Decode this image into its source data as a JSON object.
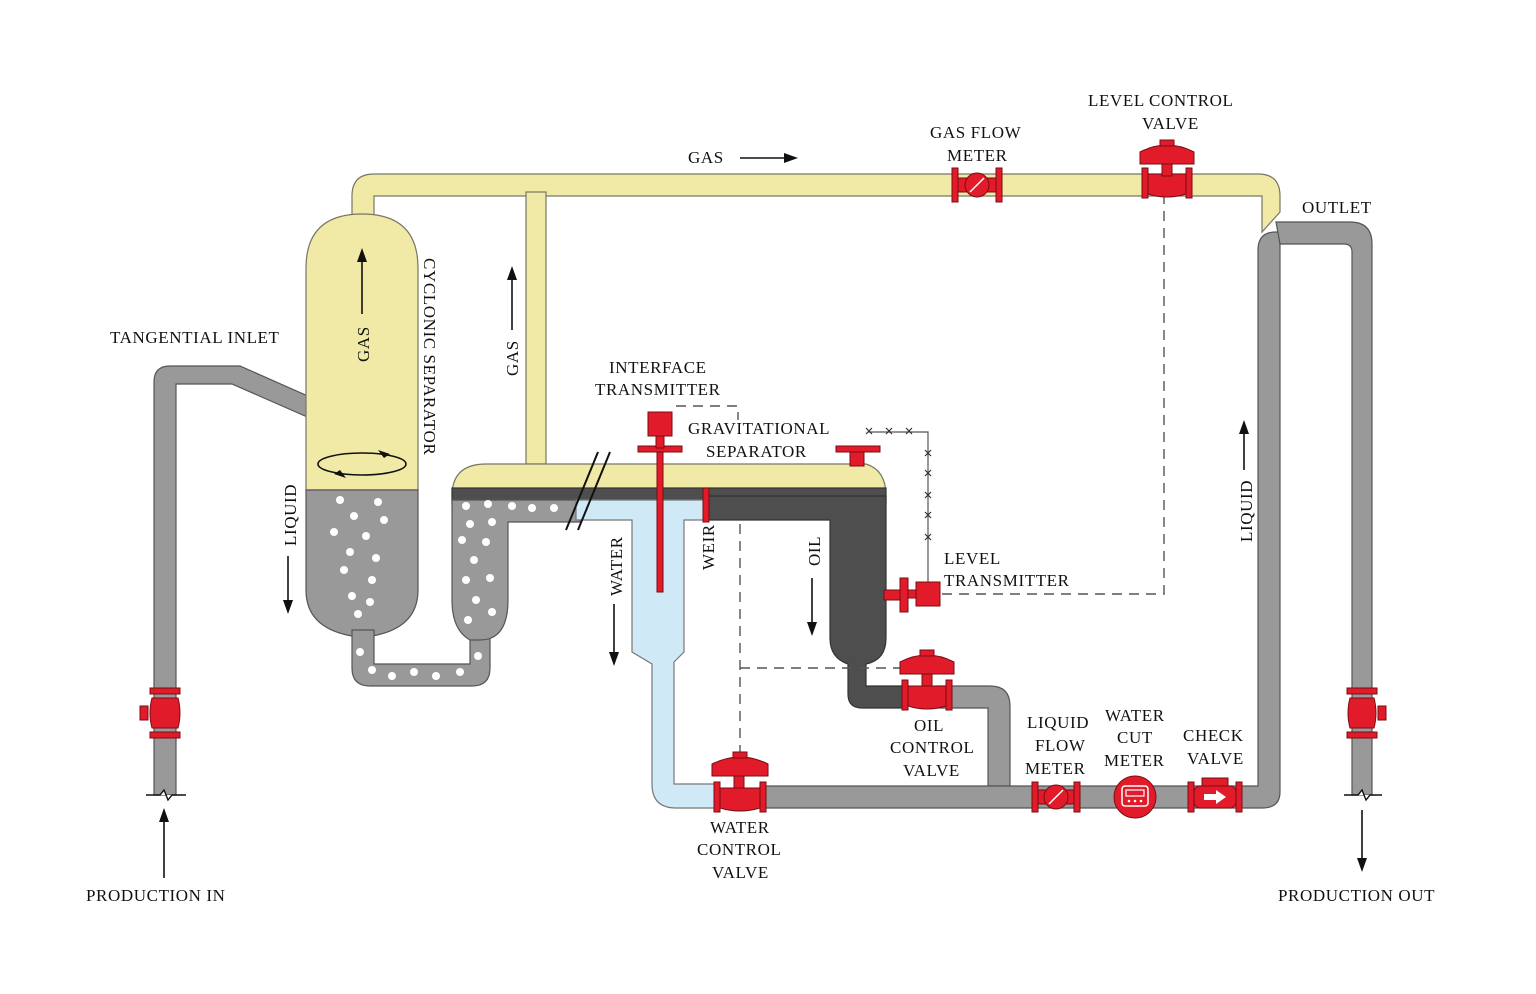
{
  "labels": {
    "tangential_inlet": "TANGENTIAL INLET",
    "cyclonic_separator": "CYCLONIC SEPARATOR",
    "gas": "GAS",
    "liquid": "LIQUID",
    "interface_transmitter_1": "INTERFACE",
    "interface_transmitter_2": "TRANSMITTER",
    "gravitational_separator_1": "GRAVITATIONAL",
    "gravitational_separator_2": "SEPARATOR",
    "gas_flow_meter_1": "GAS FLOW",
    "gas_flow_meter_2": "METER",
    "level_control_valve_1": "LEVEL CONTROL",
    "level_control_valve_2": "VALVE",
    "outlet": "OUTLET",
    "water": "WATER",
    "weir": "WEIR",
    "oil": "OIL",
    "level_transmitter_1": "LEVEL",
    "level_transmitter_2": "TRANSMITTER",
    "oil_control_valve_1": "OIL",
    "oil_control_valve_2": "CONTROL",
    "oil_control_valve_3": "VALVE",
    "water_control_valve_1": "WATER",
    "water_control_valve_2": "CONTROL",
    "water_control_valve_3": "VALVE",
    "liquid_flow_meter_1": "LIQUID",
    "liquid_flow_meter_2": "FLOW",
    "liquid_flow_meter_3": "METER",
    "water_cut_meter_1": "WATER",
    "water_cut_meter_2": "CUT",
    "water_cut_meter_3": "METER",
    "check_valve_1": "CHECK",
    "check_valve_2": "VALVE",
    "production_in": "PRODUCTION IN",
    "production_out": "PRODUCTION OUT"
  },
  "colors": {
    "gas": "#f1e9a6",
    "liquid_mix": "#999999",
    "oil": "#4e4e4e",
    "water": "#cfe9f7",
    "instrument": "#e21b2a"
  }
}
